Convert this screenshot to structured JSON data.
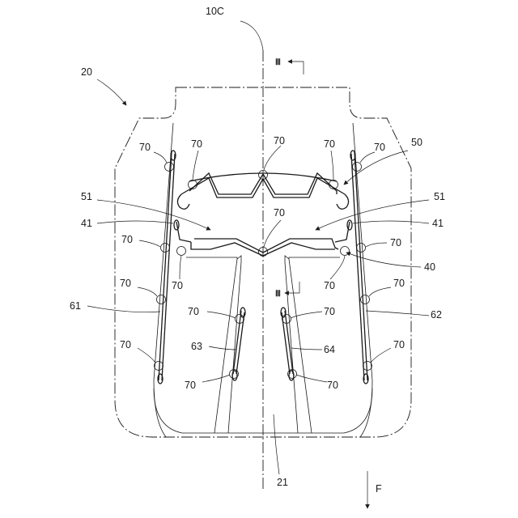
{
  "labels": {
    "center_axis": "10C",
    "cushion": "20",
    "front_part": "21",
    "section_mark": "Ⅲ",
    "section_mark_lower": "Ⅲ",
    "wire_main": "40",
    "wire_left_arm": "41",
    "wire_right_arm": "41",
    "wire_upper": "50",
    "wire_upper_left": "51",
    "wire_upper_right": "51",
    "spring_left": "61",
    "spring_right": "62",
    "spring_center_left": "63",
    "spring_center_right": "64",
    "direction": "F",
    "clip": "70"
  }
}
